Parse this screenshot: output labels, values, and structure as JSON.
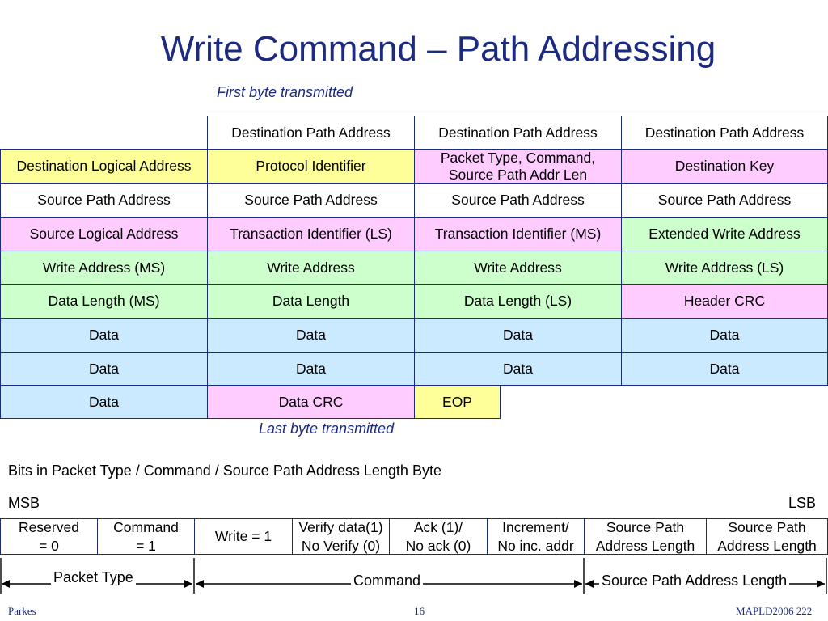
{
  "title": "Write Command – Path Addressing",
  "first_byte_note": "First byte transmitted",
  "last_byte_note": "Last byte transmitted",
  "packet_table": {
    "rows": [
      [
        "",
        "Destination Path Address",
        "Destination Path Address",
        "Destination Path Address"
      ],
      [
        "Destination Logical Address",
        "Protocol Identifier",
        "Packet Type, Command, Source Path Addr Len",
        "Destination Key"
      ],
      [
        "Source Path Address",
        "Source Path Address",
        "Source Path Address",
        "Source Path Address"
      ],
      [
        "Source Logical Address",
        "Transaction Identifier (LS)",
        "Transaction Identifier (MS)",
        "Extended Write Address"
      ],
      [
        "Write Address (MS)",
        "Write Address",
        "Write Address",
        "Write Address (LS)"
      ],
      [
        "Data Length (MS)",
        "Data Length",
        "Data Length (LS)",
        "Header CRC"
      ],
      [
        "Data",
        "Data",
        "Data",
        "Data"
      ],
      [
        "Data",
        "Data",
        "Data",
        "Data"
      ],
      [
        "Data",
        "Data CRC",
        "EOP",
        ""
      ]
    ]
  },
  "bits_caption": "Bits in Packet Type / Command / Source Path Address Length Byte",
  "msb_label": "MSB",
  "lsb_label": "LSB",
  "bit_cells": [
    "Reserved\n= 0",
    "Command\n= 1",
    "Write = 1",
    "Verify data(1)\nNo Verify (0)",
    "Ack (1)/\nNo ack (0)",
    "Increment/\nNo inc. addr",
    "Source Path\nAddress Length",
    "Source Path\nAddress Length"
  ],
  "ranges": {
    "packet_type": "Packet Type",
    "command": "Command",
    "source_path_length": "Source Path Address Length"
  },
  "footer": {
    "author": "Parkes",
    "page": "16",
    "event": "MAPLD2006 222"
  },
  "colors": {
    "yellow": "#ffff99",
    "pink": "#ffccff",
    "green": "#ccffcc",
    "blue": "#cceaff",
    "title": "#1c2a80"
  }
}
